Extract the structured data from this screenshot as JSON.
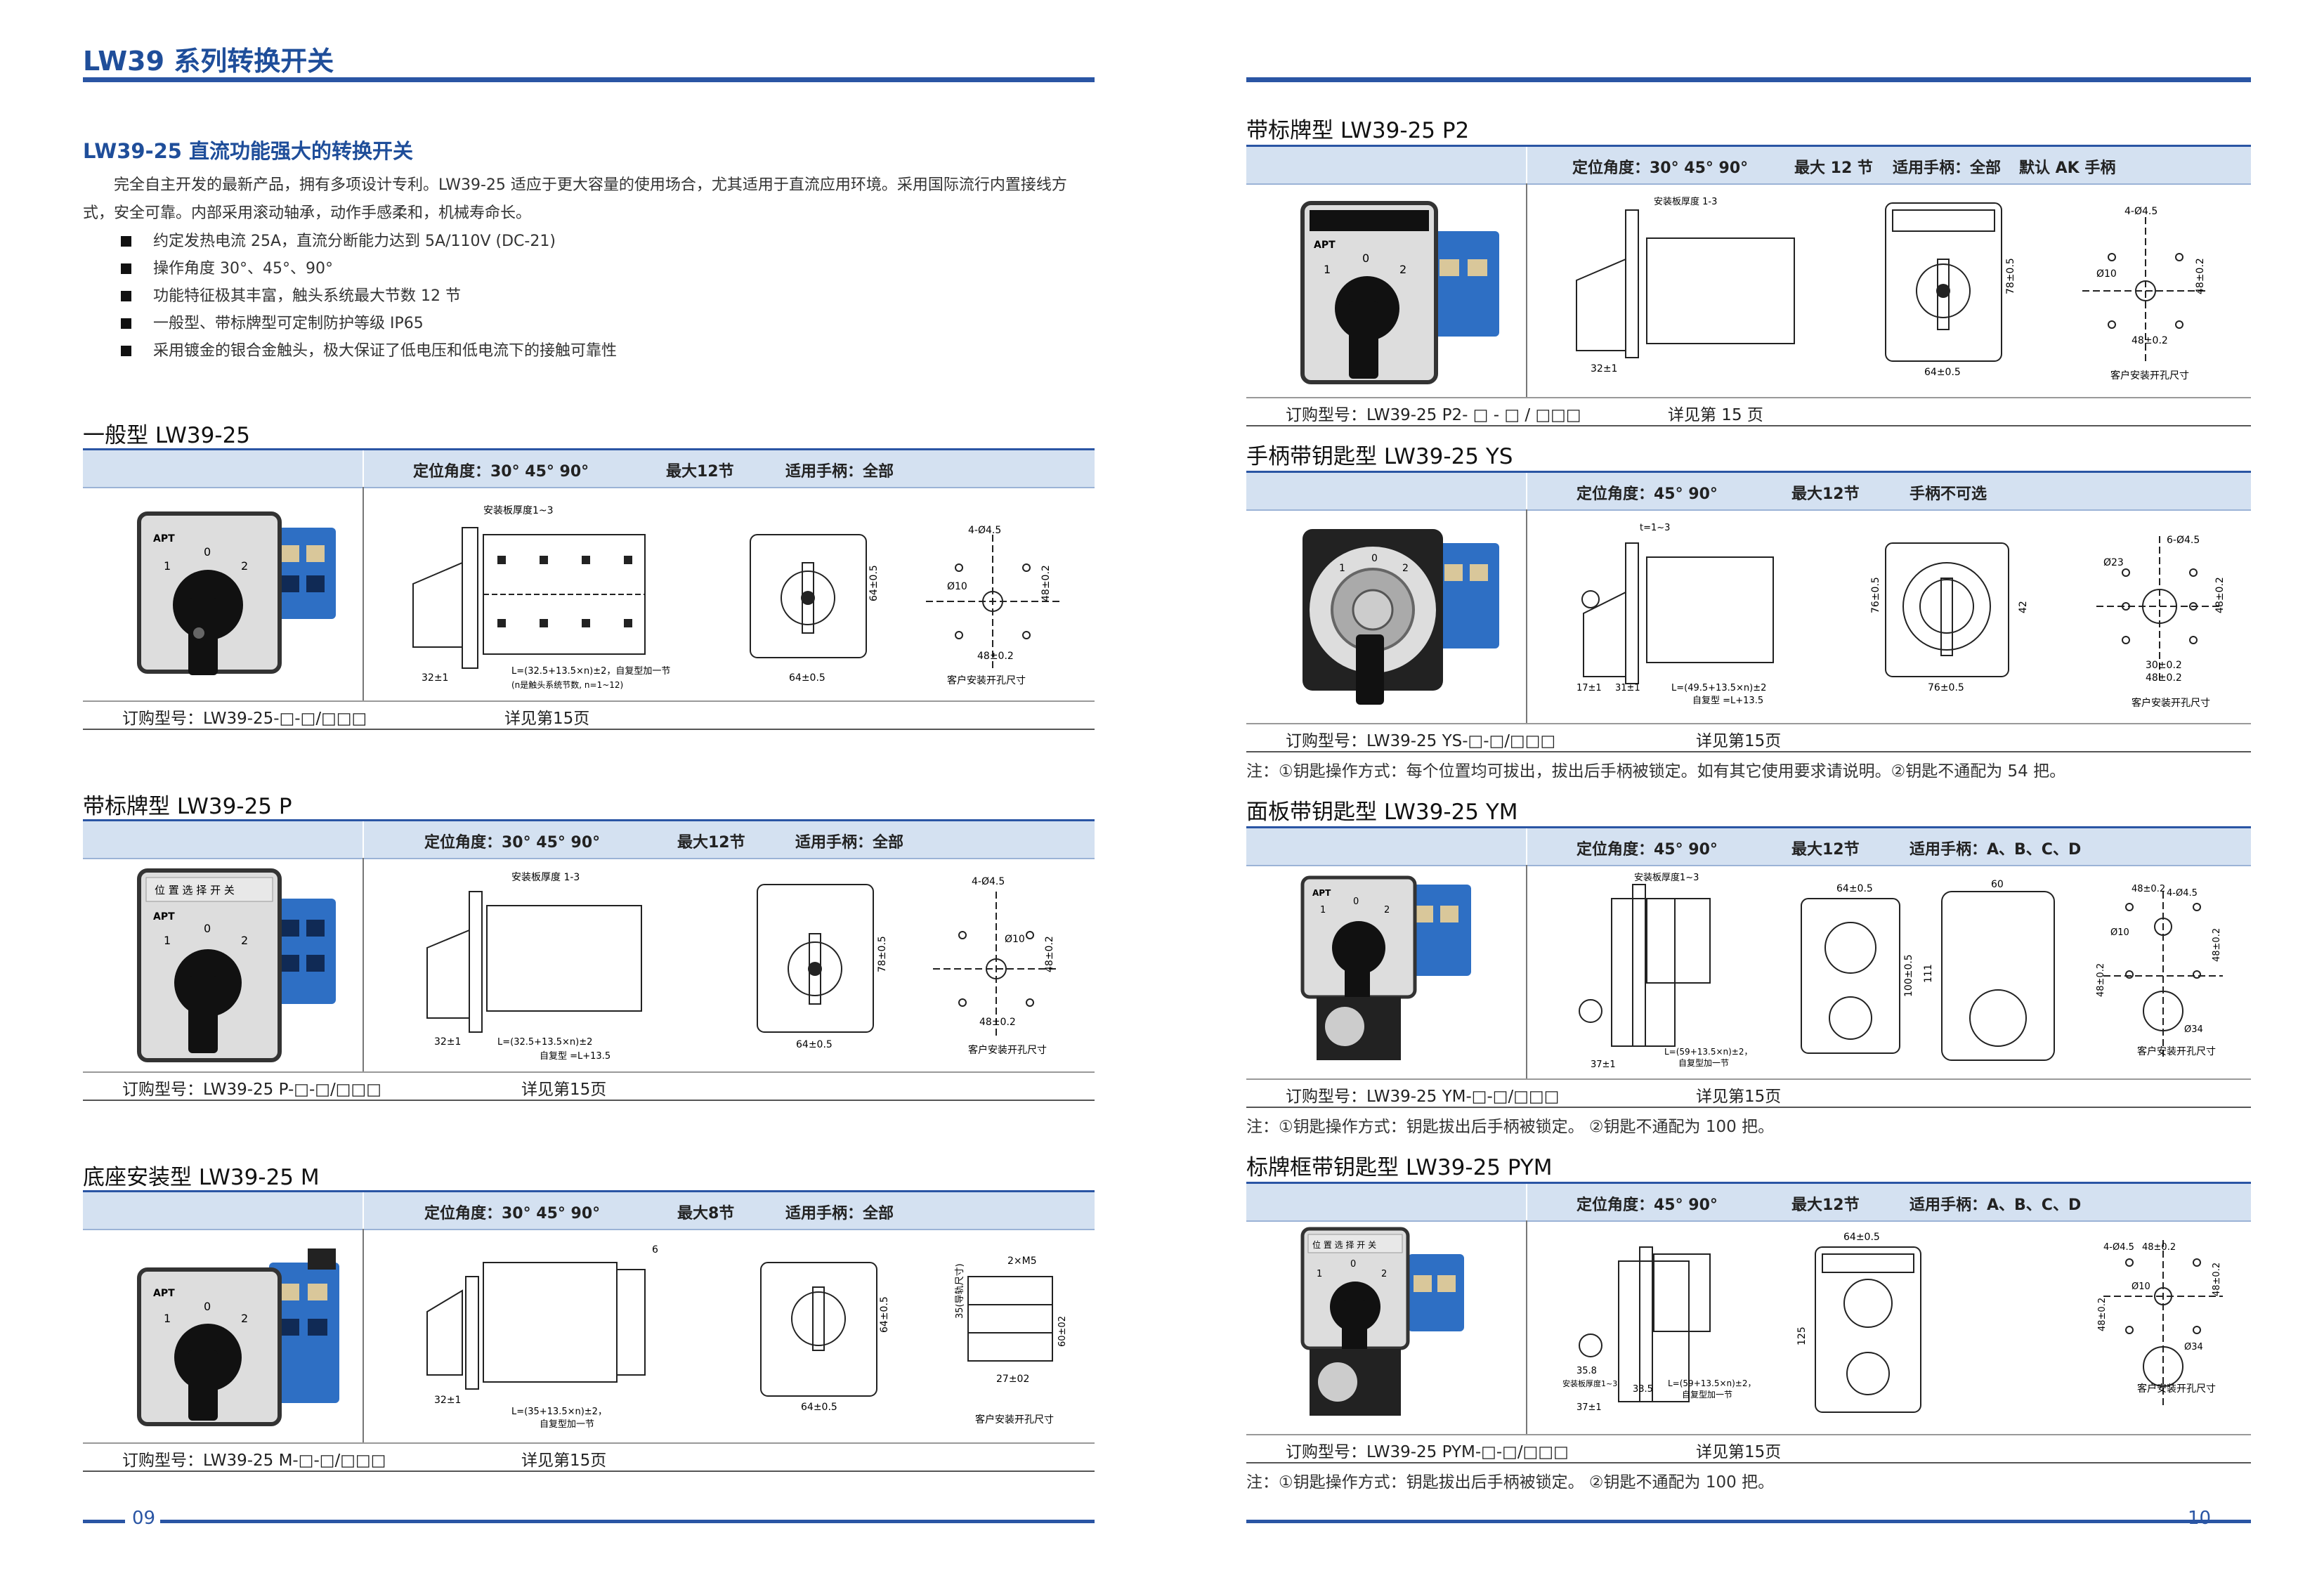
{
  "header": {
    "title": "LW39 系列转换开关"
  },
  "intro": {
    "title": "LW39-25 直流功能强大的转换开关",
    "paragraph": "完全自主开发的最新产品，拥有多项设计专利。LW39-25 适应于更大容量的使用场合，尤其适用于直流应用环境。采用国际流行内置接线方式，安全可靠。内部采用滚动轴承，动作手感柔和，机械寿命长。",
    "bullets": [
      "约定发热电流 25A，直流分断能力达到 5A/110V (DC-21)",
      "操作角度 30°、45°、90°",
      "功能特征极其丰富，触头系统最大节数 12 节",
      "一般型、带标牌型可定制防护等级 IP65",
      "采用镀金的银合金触头，极大保证了低电压和低电流下的接触可靠性"
    ]
  },
  "blocks": [
    {
      "title": "一般型 LW39-25",
      "spec": [
        "定位角度：30° 45° 90°",
        "最大12节",
        "适用手柄：全部"
      ],
      "order": "订购型号：LW39-25-□-□/□□□",
      "page_ref": "详见第15页",
      "note": ""
    },
    {
      "title": "带标牌型 LW39-25 P",
      "spec": [
        "定位角度：30° 45° 90°",
        "最大12节",
        "适用手柄：全部"
      ],
      "order": "订购型号：LW39-25 P-□-□/□□□",
      "page_ref": "详见第15页",
      "note": ""
    },
    {
      "title": "底座安装型 LW39-25 M",
      "spec": [
        "定位角度：30° 45° 90°",
        "最大8节",
        "适用手柄：全部"
      ],
      "order": "订购型号：LW39-25 M-□-□/□□□",
      "page_ref": "详见第15页",
      "note": ""
    },
    {
      "title": "带标牌型 LW39-25 P2",
      "spec": [
        "定位角度：30° 45° 90°",
        "最大 12 节",
        "适用手柄：全部",
        "默认 AK 手柄"
      ],
      "order": "订购型号：LW39-25 P2- □ - □ / □□□",
      "page_ref": "详见第 15 页",
      "note": ""
    },
    {
      "title": "手柄带钥匙型 LW39-25 YS",
      "spec": [
        "定位角度：45° 90°",
        "最大12节",
        "手柄不可选"
      ],
      "order": "订购型号：LW39-25 YS-□-□/□□□",
      "page_ref": "详见第15页",
      "note": "注：①钥匙操作方式：每个位置均可拔出，拔出后手柄被锁定。如有其它使用要求请说明。②钥匙不通配为 54 把。"
    },
    {
      "title": "面板带钥匙型 LW39-25 YM",
      "spec": [
        "定位角度：45° 90°",
        "最大12节",
        "适用手柄：A、B、C、D"
      ],
      "order": "订购型号：LW39-25 YM-□-□/□□□",
      "page_ref": "详见第15页",
      "note": "注：①钥匙操作方式：钥匙拔出后手柄被锁定。 ②钥匙不通配为 100 把。"
    },
    {
      "title": "标牌框带钥匙型 LW39-25 PYM",
      "spec": [
        "定位角度：45° 90°",
        "最大12节",
        "适用手柄：A、B、C、D"
      ],
      "order": "订购型号：LW39-25  PYM-□-□/□□□",
      "page_ref": "详见第15页",
      "note": "注：①钥匙操作方式：钥匙拔出后手柄被锁定。 ②钥匙不通配为 100 把。"
    }
  ],
  "drawing_labels": {
    "brand": "APT",
    "nameplate": "位 置 选 择 开 关",
    "positions": [
      "1",
      "0",
      "2"
    ],
    "mount_thickness": "安装板厚度1~3",
    "mount_thickness_p": "安装板厚度 1-3",
    "t13": "t=1~3",
    "dim_32pm1": "32±1",
    "dim_64": "64±0.5",
    "dim_48": "48±0.2",
    "dim_78": "78±0.5",
    "dim_76": "76±0.5",
    "dim_100": "100±0.5",
    "hole_4": "4-Ø4.5",
    "hole_6": "6-Ø4.5",
    "phi10": "Ø10",
    "phi23": "Ø23",
    "phi34": "Ø34",
    "cust_hole": "客户安装开孔尺寸",
    "formula_g": "L=(32.5+13.5×n)±2，自复型加一节",
    "formula_g2": "(n是触头系统节数, n=1~12)",
    "formula_p": "L=(32.5+13.5×n)±2",
    "formula_p2": "自复型 =L+13.5",
    "formula_m": "L=(35+13.5×n)±2，",
    "formula_m2": "自复型加一节",
    "formula_ys": "L=(49.5+13.5×n)±2",
    "formula_yb": "L=(59+13.5×n)±2，",
    "m_2m5": "2×M5",
    "m_27": "27±02",
    "m_60": "60±02",
    "m_35": "35(导轨尺寸)",
    "dim_17": "17±1",
    "dim_31": "31±1",
    "dim_37": "37±1",
    "dim_33": "33.5",
    "dim_358": "35.8",
    "dim_60": "60",
    "dim_111": "111",
    "dim_125": "125",
    "dim_30": "30±0.2",
    "dim_6": "6"
  },
  "page_numbers": {
    "left": "09",
    "right": "10"
  },
  "colors": {
    "primary_blue": "#2a55a4",
    "spec_bar": "#d4e1f1",
    "knob": "#1a1a1a",
    "contact_blue": "#2e6fc4"
  }
}
